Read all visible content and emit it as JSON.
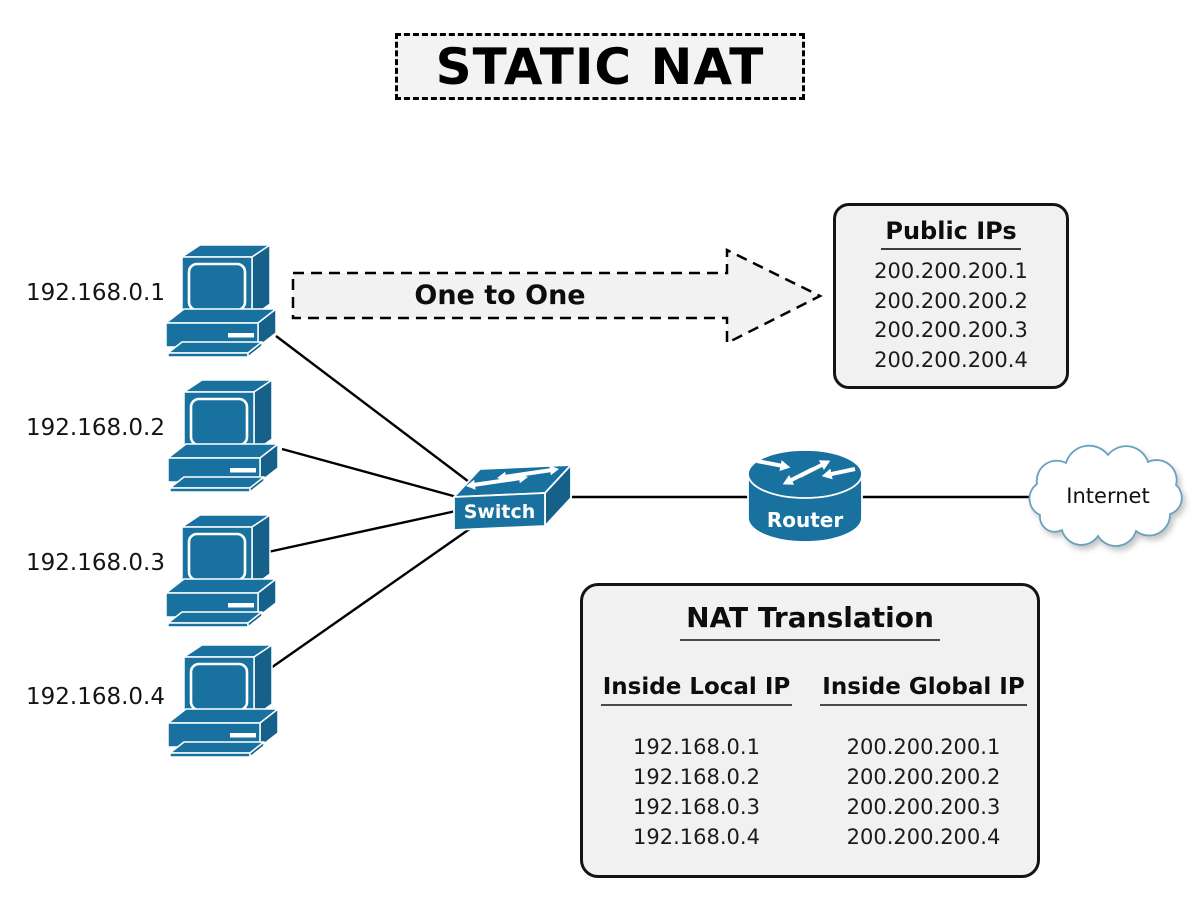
{
  "title": "STATIC NAT",
  "arrow_label": "One to One",
  "computers": [
    {
      "ip": "192.168.0.1"
    },
    {
      "ip": "192.168.0.2"
    },
    {
      "ip": "192.168.0.3"
    },
    {
      "ip": "192.168.0.4"
    }
  ],
  "public_ips": {
    "title": "Public IPs",
    "list": [
      "200.200.200.1",
      "200.200.200.2",
      "200.200.200.3",
      "200.200.200.4"
    ]
  },
  "devices": {
    "switch_label": "Switch",
    "router_label": "Router",
    "internet_label": "Internet"
  },
  "nat_table": {
    "title": "NAT Translation",
    "columns": [
      "Inside Local IP",
      "Inside Global IP"
    ],
    "rows": [
      [
        "192.168.0.1",
        "200.200.200.1"
      ],
      [
        "192.168.0.2",
        "200.200.200.2"
      ],
      [
        "192.168.0.3",
        "200.200.200.3"
      ],
      [
        "192.168.0.4",
        "200.200.200.4"
      ]
    ]
  },
  "colors": {
    "device_blue": "#19719F",
    "device_blue_dark": "#15618A",
    "box_bg": "#F1F1F1",
    "line": "#000000",
    "cloud_stroke": "#68A2BE"
  }
}
